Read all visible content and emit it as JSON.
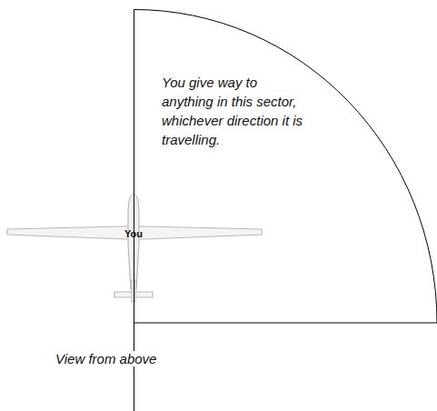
{
  "diagram": {
    "nodes": [
      {
        "text": [
          "You give way to anything in this sector, whichever direction it is travelling."
        ]
      }
    ],
    "labels": [
      "You",
      "View from above"
    ]
  }
}
